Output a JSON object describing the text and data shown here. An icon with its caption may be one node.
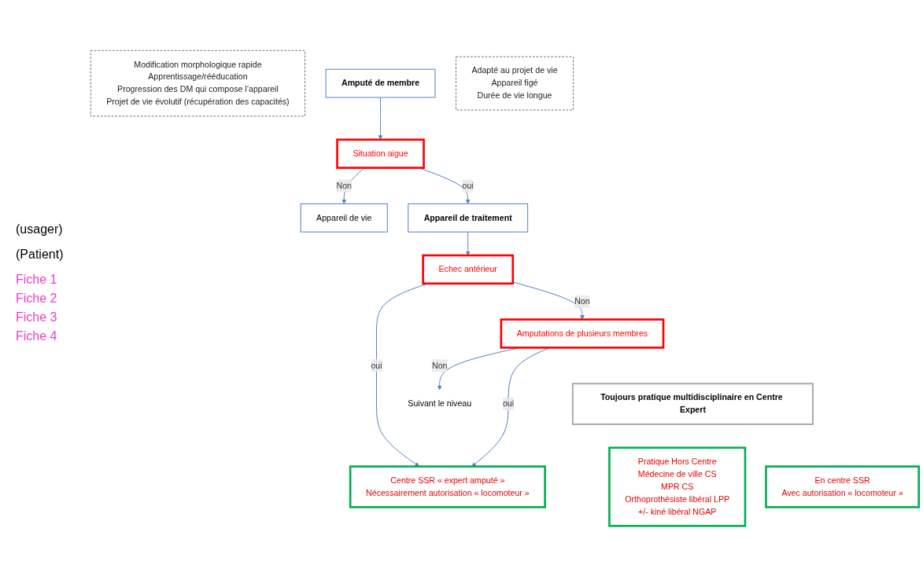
{
  "diagram": {
    "nodes": [
      {
        "text": [
          "Modification morphologique rapide",
          "Apprentissage/rééducation",
          "Progression des DM qui compose l’appareil",
          "Projet de vie évolutif (récupération des capacités)"
        ]
      },
      {
        "text": [
          "Amputé de membre"
        ]
      },
      {
        "text": [
          "Adapté au projet de vie",
          "Appareil figé",
          "Durée de vie longue"
        ]
      },
      {
        "text": [
          "Situation aigue"
        ]
      },
      {
        "text": [
          "Appareil de vie"
        ]
      },
      {
        "text": [
          "Appareil de traitement"
        ]
      },
      {
        "text": [
          "Echec antérieur"
        ]
      },
      {
        "text": [
          "Amputations de plusieurs membres"
        ]
      },
      {
        "text": [
          "Suivant le niveau"
        ]
      },
      {
        "text": [
          "Toujours pratique multidisciplinaire en Centre Expert"
        ]
      },
      {
        "text": [
          "Pratique Hors Centre",
          "Médecine de ville CS",
          "MPR CS",
          "Orthoprothésiste libéral LPP",
          "+/- kiné libéral NGAP"
        ]
      },
      {
        "text": [
          "En centre SSR",
          "Avec autorisation « locomoteur »"
        ]
      },
      {
        "text": [
          "Centre SSR « expert amputé »",
          "Nécessairement autorisation « locomoteur »"
        ]
      }
    ],
    "edges": [
      {
        "from": 1,
        "to": 3,
        "arrow": "to"
      },
      {
        "from": 3,
        "to": 4,
        "label": "Non",
        "arrow": "to"
      },
      {
        "from": 3,
        "to": 5,
        "label": "oui",
        "arrow": "to"
      },
      {
        "from": 5,
        "to": 6,
        "arrow": "to"
      },
      {
        "from": 6,
        "to": 12,
        "label": "oui",
        "arrow": "to"
      },
      {
        "from": 6,
        "to": 7,
        "label": "Non",
        "arrow": "to"
      },
      {
        "from": 7,
        "to": 8,
        "label": "Non",
        "arrow": "to"
      },
      {
        "from": 7,
        "to": 12,
        "label": "oui",
        "arrow": "to"
      }
    ],
    "labels": [
      "(usager)",
      "(Patient)",
      "Fiche 1",
      "Fiche 2",
      "Fiche 3",
      "Fiche 4"
    ]
  }
}
